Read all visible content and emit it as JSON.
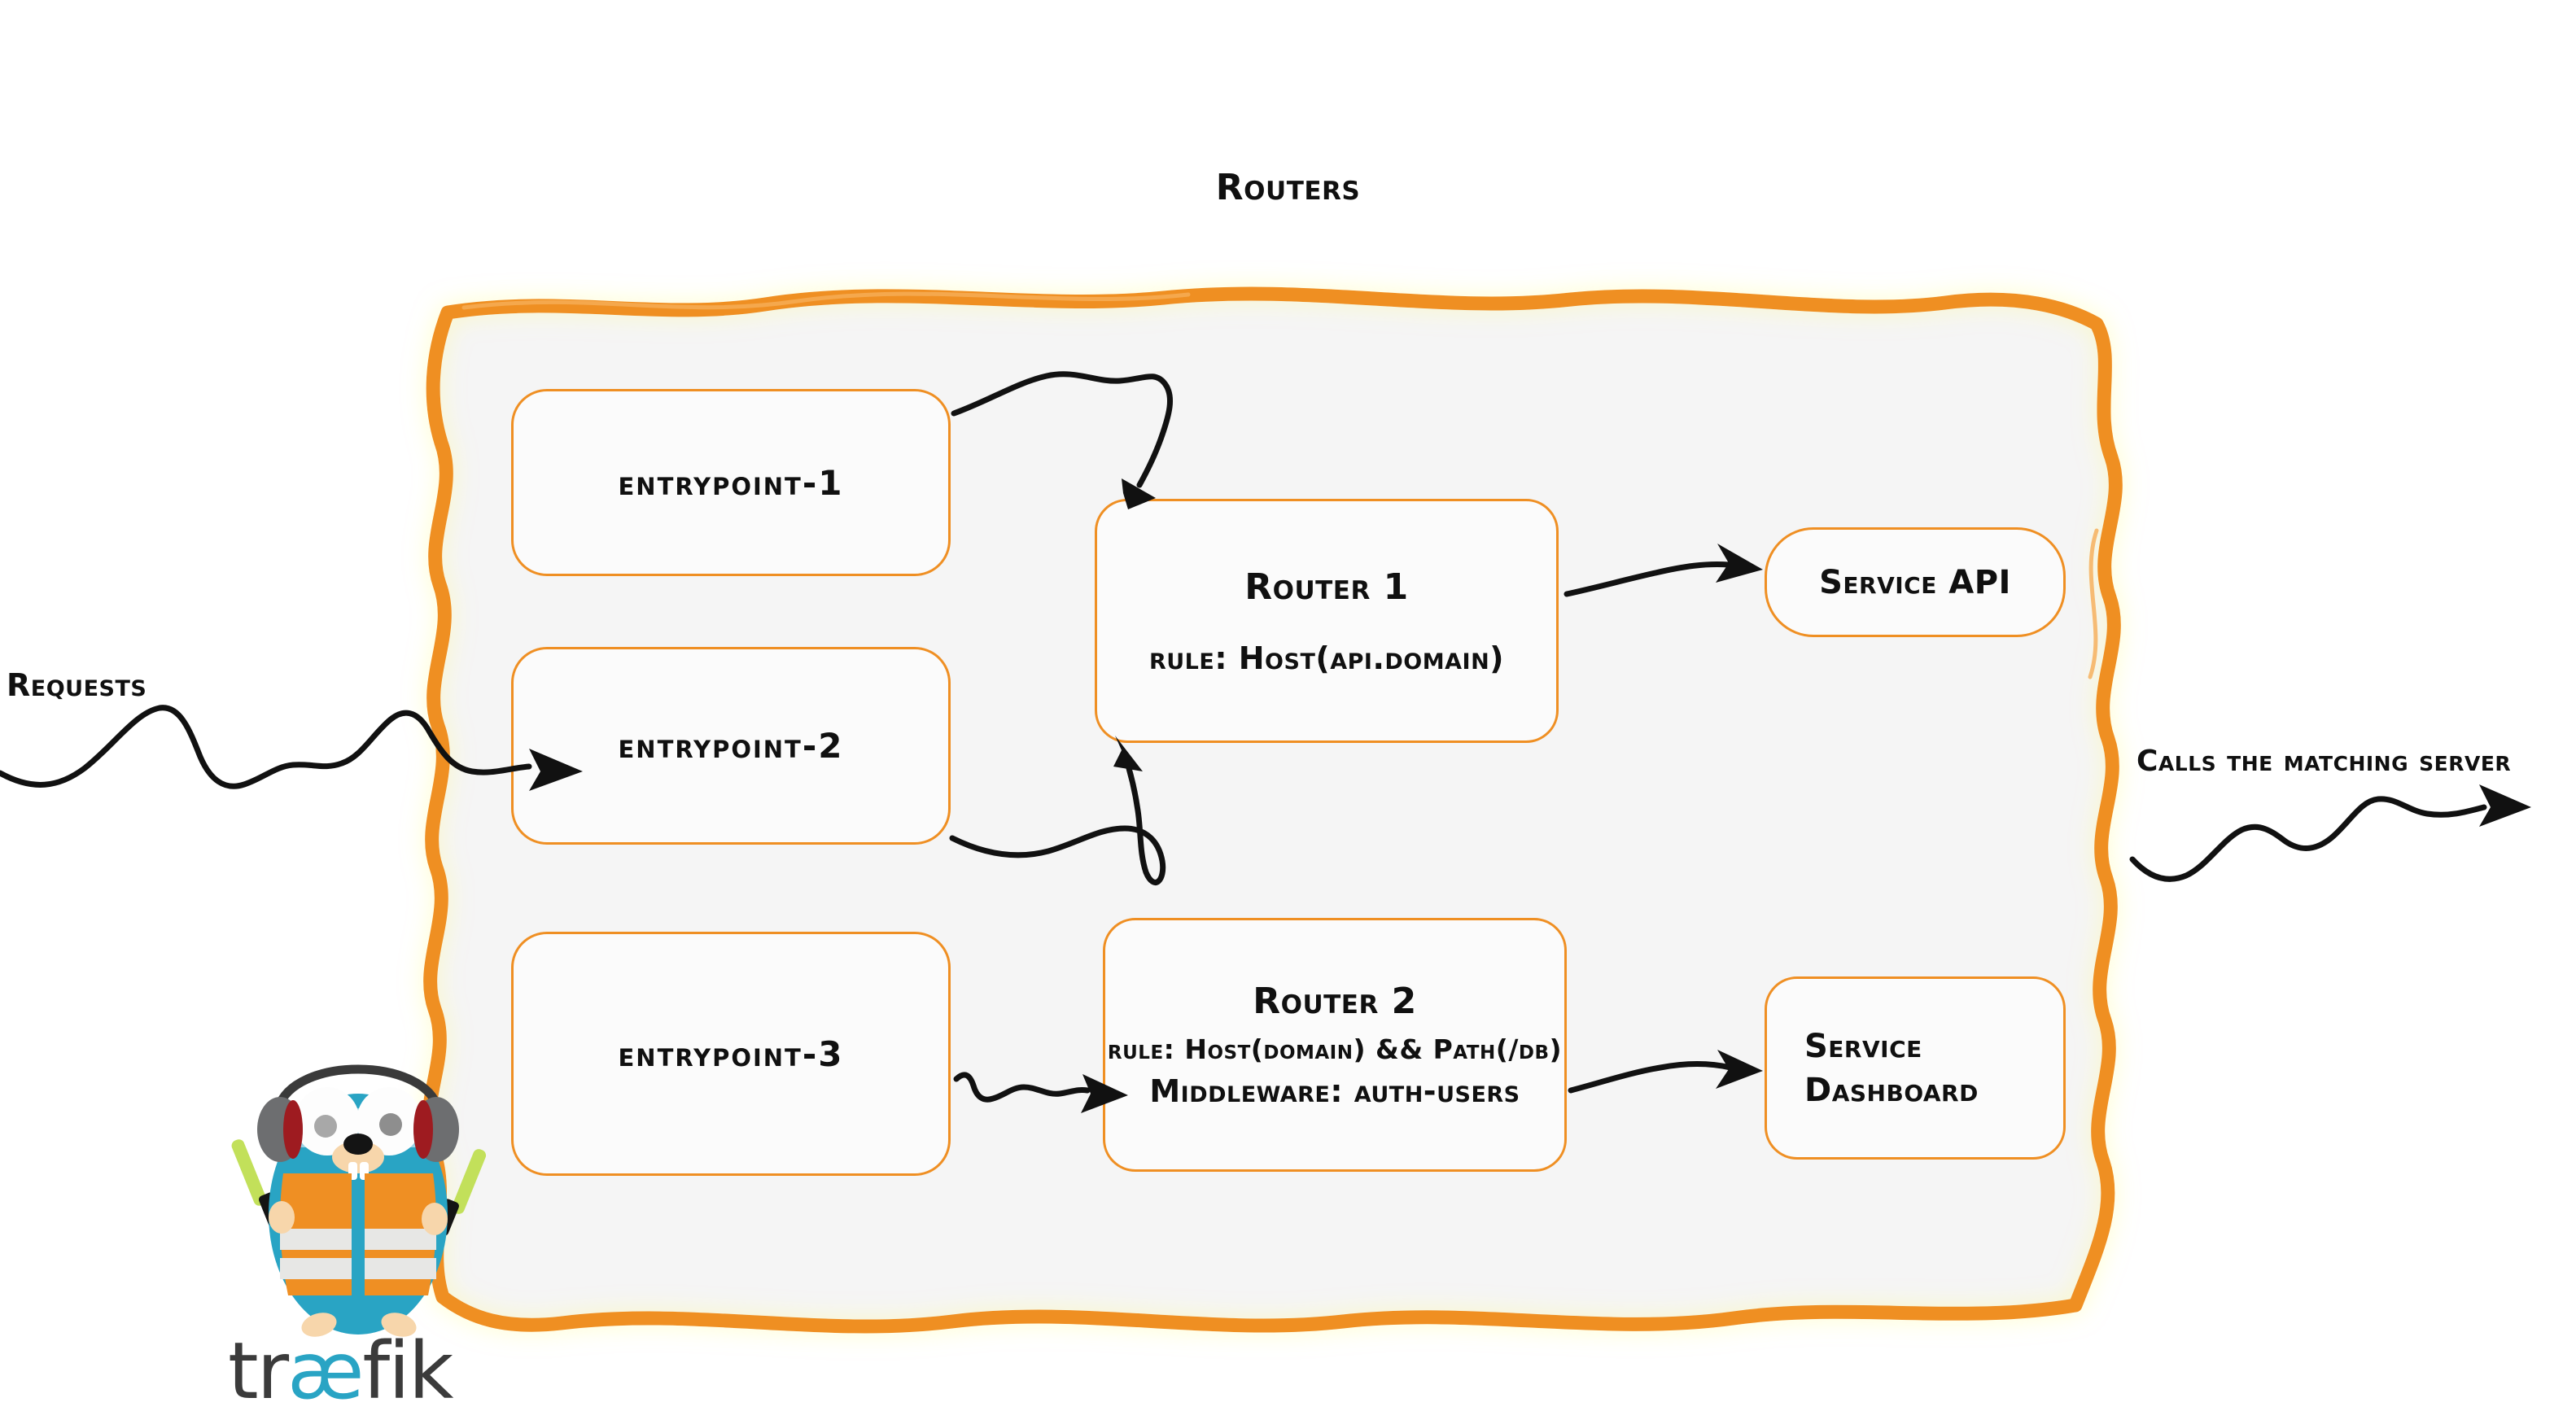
{
  "diagram": {
    "title": "Routers",
    "panel_fill": "#f5f5f5",
    "accent_color": "#ef8f23",
    "ink_color": "#101010"
  },
  "entrypoints": [
    {
      "label": "entrypoint-1"
    },
    {
      "label": "entrypoint-2"
    },
    {
      "label": "entrypoint-3"
    }
  ],
  "routers": [
    {
      "title": "Router 1",
      "rule": "rule: Host(api.domain)",
      "middleware": ""
    },
    {
      "title": "Router 2",
      "rule": "rule: Host(domain) && Path(/db)",
      "middleware": "Middleware: auth-users"
    }
  ],
  "services": [
    {
      "label": "Service API",
      "line1": "Service API",
      "line2": ""
    },
    {
      "label": "Service Dashboard",
      "line1": "Service",
      "line2": "Dashboard"
    }
  ],
  "edge_labels": {
    "left": "Requests",
    "right": "Calls the matching server"
  },
  "logo": {
    "wordmark_left": "tr",
    "wordmark_ligature": "æ",
    "wordmark_right": "fik",
    "body_color": "#29a4c4",
    "vest_color": "#ef8f23",
    "stripe_color": "#e7e7e5",
    "headphone_color": "#6d6e70",
    "headphone_accent": "#9e1b20",
    "wand_color": "#c2e05a",
    "skin_color": "#f7d6ab",
    "word_color": "#3b3b3b"
  }
}
